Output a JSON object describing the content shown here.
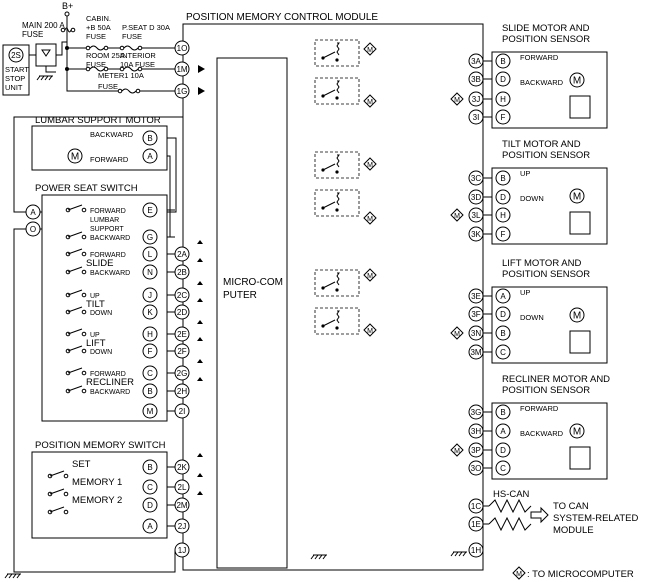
{
  "module": {
    "title": "POSITION MEMORY CONTROL MODULE",
    "microcomputer_line1": "MICRO-COM",
    "microcomputer_line2": "PUTER"
  },
  "power": {
    "b_plus": "B+",
    "main_fuse": [
      "MAIN 200 A",
      "FUSE"
    ],
    "cabin_fuse": [
      "CABIN.",
      "+B 50A",
      "FUSE"
    ],
    "pseat_fuse": [
      "P.SEAT D 30A",
      "FUSE"
    ],
    "room_fuse": [
      "ROOM 25A",
      "FUSE"
    ],
    "interior_fuse": [
      "INTERIOR",
      "10A FUSE"
    ],
    "meter_fuse": [
      "METER1 10A",
      "FUSE"
    ],
    "start_stop": {
      "label": "2S",
      "lines": [
        "START",
        "STOP",
        "UNIT"
      ]
    }
  },
  "left_pins": [
    "1O",
    "1M",
    "1G",
    "2A",
    "2B",
    "2C",
    "2D",
    "2E",
    "2F",
    "2G",
    "2H",
    "2I",
    "2K",
    "2L",
    "2M",
    "2J",
    "1J"
  ],
  "right_pins": [
    "3A",
    "3B",
    "3J",
    "3I",
    "3C",
    "3D",
    "3L",
    "3K",
    "3E",
    "3F",
    "3N",
    "3M",
    "3G",
    "3H",
    "3P",
    "3O",
    "1C",
    "1E",
    "1H"
  ],
  "lumbar_motor": {
    "title": "LUMBAR SUPPORT MOTOR",
    "backward": "BACKWARD",
    "forward": "FORWARD",
    "pins": [
      "B",
      "A"
    ]
  },
  "power_seat_switch": {
    "title": "POWER SEAT SWITCH",
    "connector": [
      "A",
      "O"
    ],
    "items": [
      {
        "label": "FORWARD",
        "pin": "E"
      },
      {
        "label": "LUMBAR",
        "pin": ""
      },
      {
        "label": "SUPPORT",
        "pin": ""
      },
      {
        "label": "BACKWARD",
        "pin": "G"
      },
      {
        "label": "FORWARD",
        "pin": "L"
      },
      {
        "label": "SLIDE",
        "pin": ""
      },
      {
        "label": "BACKWARD",
        "pin": "N"
      },
      {
        "label": "UP",
        "pin": "J"
      },
      {
        "label": "TILT",
        "pin": ""
      },
      {
        "label": "DOWN",
        "pin": "K"
      },
      {
        "label": "UP",
        "pin": "H"
      },
      {
        "label": "LIFT",
        "pin": ""
      },
      {
        "label": "DOWN",
        "pin": "F"
      },
      {
        "label": "FORWARD",
        "pin": "C"
      },
      {
        "label": "RECLINER",
        "pin": ""
      },
      {
        "label": "BACKWARD",
        "pin": "B"
      },
      {
        "label": "",
        "pin": "M"
      }
    ]
  },
  "memory_switch": {
    "title": "POSITION MEMORY SWITCH",
    "set": "SET",
    "memory1": "MEMORY 1",
    "memory2": "MEMORY 2",
    "pins": [
      "B",
      "C",
      "D",
      "A"
    ]
  },
  "motors": [
    {
      "title": [
        "SLIDE MOTOR AND",
        "POSITION SENSOR"
      ],
      "dir1": "FORWARD",
      "dir2": "BACKWARD",
      "pins": [
        "B",
        "D",
        "H",
        "F"
      ]
    },
    {
      "title": [
        "TILT MOTOR AND",
        "POSITION SENSOR"
      ],
      "dir1": "UP",
      "dir2": "DOWN",
      "pins": [
        "B",
        "D",
        "H",
        "F"
      ]
    },
    {
      "title": [
        "LIFT MOTOR AND",
        "POSITION SENSOR"
      ],
      "dir1": "UP",
      "dir2": "DOWN",
      "pins": [
        "A",
        "D",
        "B",
        "C"
      ]
    },
    {
      "title": [
        "RECLINER MOTOR AND",
        "POSITION SENSOR"
      ],
      "dir1": "FORWARD",
      "dir2": "BACKWARD",
      "pins": [
        "B",
        "A",
        "D",
        "C"
      ]
    }
  ],
  "can": {
    "label": "HS-CAN",
    "dest": [
      "TO CAN",
      "SYSTEM-RELATED",
      "MODULE"
    ]
  },
  "legend": {
    "symbol": "M",
    "text": ": TO MICROCOMPUTER"
  },
  "motor_symbol": "M"
}
